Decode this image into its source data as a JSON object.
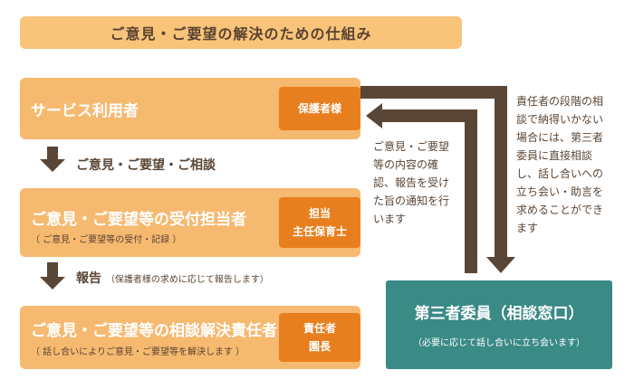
{
  "header": {
    "title": "ご意見・ご要望の解決のための仕組み"
  },
  "boxes": [
    {
      "title": "サービス利用者",
      "subtitle": "",
      "role": [
        "保護者様"
      ]
    },
    {
      "title": "ご意見・ご要望等の受付担当者",
      "subtitle": "（ ご意見・ご要望等の受付・記録 ）",
      "role": [
        "担当",
        "主任保育士"
      ]
    },
    {
      "title": "ご意見・ご要望等の相談解決責任者",
      "subtitle": "（ 話し合いによりご意見・ご要望等を解決します ）",
      "role": [
        "責任者",
        "園長"
      ]
    }
  ],
  "arrows": [
    {
      "label": "ご意見・ご要望・ご相談",
      "note": ""
    },
    {
      "label": "報告",
      "note": "（保護者様の求めに応じて報告します）"
    }
  ],
  "third_party": {
    "title": "第三者委員（相談窓口）",
    "subtitle": "（必要に応じて話し合いに立ち会います）"
  },
  "notes": {
    "left": [
      "ご意見・ご要望",
      "等の内容の確",
      "認、報告を受け",
      "た旨の通知を行",
      "います"
    ],
    "right": [
      "責任者の段階の相",
      "談で納得いかない",
      "場合には、第三者",
      "委員に直接相談",
      "し、話し合いへの",
      "立ち会い・助言を",
      "求めることができ",
      "ます"
    ]
  },
  "colors": {
    "box": "#f6b970",
    "role": "#e87f1e",
    "arrow": "#5a4636",
    "third": "#3a8a86",
    "header": "#f8c47a"
  }
}
